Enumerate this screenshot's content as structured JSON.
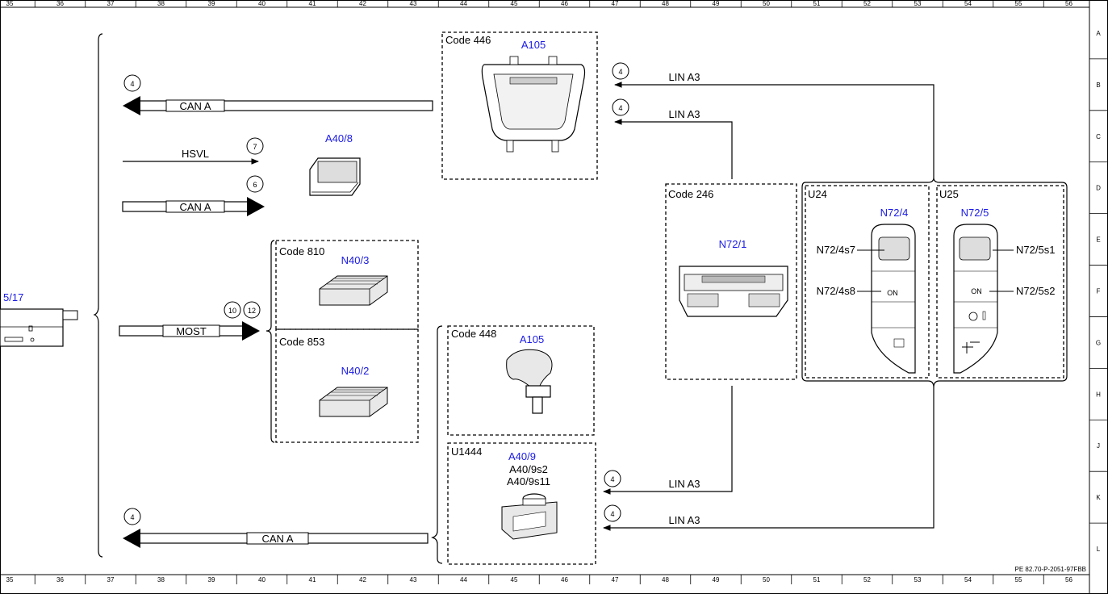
{
  "ruler": {
    "columns": [
      "35",
      "36",
      "37",
      "38",
      "39",
      "40",
      "41",
      "42",
      "43",
      "44",
      "45",
      "46",
      "47",
      "48",
      "49",
      "50",
      "51",
      "52",
      "53",
      "54",
      "55",
      "56"
    ],
    "rows": [
      "A",
      "B",
      "C",
      "D",
      "E",
      "F",
      "G",
      "H",
      "J",
      "K",
      "L"
    ]
  },
  "drawing_id": "PE 82.70-P-2051-97FBB",
  "left_fragment": {
    "label": "5/17"
  },
  "buses": {
    "can_top": {
      "label": "CAN A",
      "ref": "4"
    },
    "hsvl": {
      "label": "HSVL",
      "ref": "7"
    },
    "can_mid": {
      "label": "CAN A",
      "ref": "6"
    },
    "most": {
      "label": "MOST",
      "ref1": "10",
      "ref2": "12"
    },
    "can_bottom": {
      "label": "CAN A",
      "ref": "4"
    }
  },
  "lin": {
    "top1": {
      "label": "LIN A3",
      "ref": "4"
    },
    "top2": {
      "label": "LIN A3",
      "ref": "4"
    },
    "bot1": {
      "label": "LIN A3",
      "ref": "4"
    },
    "bot2": {
      "label": "LIN A3",
      "ref": "4"
    }
  },
  "components": {
    "code446": {
      "code": "Code 446",
      "id": "A105"
    },
    "a408": {
      "id": "A40/8"
    },
    "code810": {
      "code": "Code 810",
      "id": "N40/3"
    },
    "code853": {
      "code": "Code 853",
      "id": "N40/2"
    },
    "code448": {
      "code": "Code 448",
      "id": "A105"
    },
    "u1444": {
      "code": "U1444",
      "id": "A40/9",
      "sub1": "A40/9s2",
      "sub2": "A40/9s11"
    },
    "code246": {
      "code": "Code 246",
      "id": "N72/1"
    },
    "u24": {
      "code": "U24",
      "id": "N72/4",
      "s7": "N72/4s7",
      "s8": "N72/4s8",
      "on": "ON"
    },
    "u25": {
      "code": "U25",
      "id": "N72/5",
      "s1": "N72/5s1",
      "s2": "N72/5s2",
      "on": "ON"
    }
  }
}
